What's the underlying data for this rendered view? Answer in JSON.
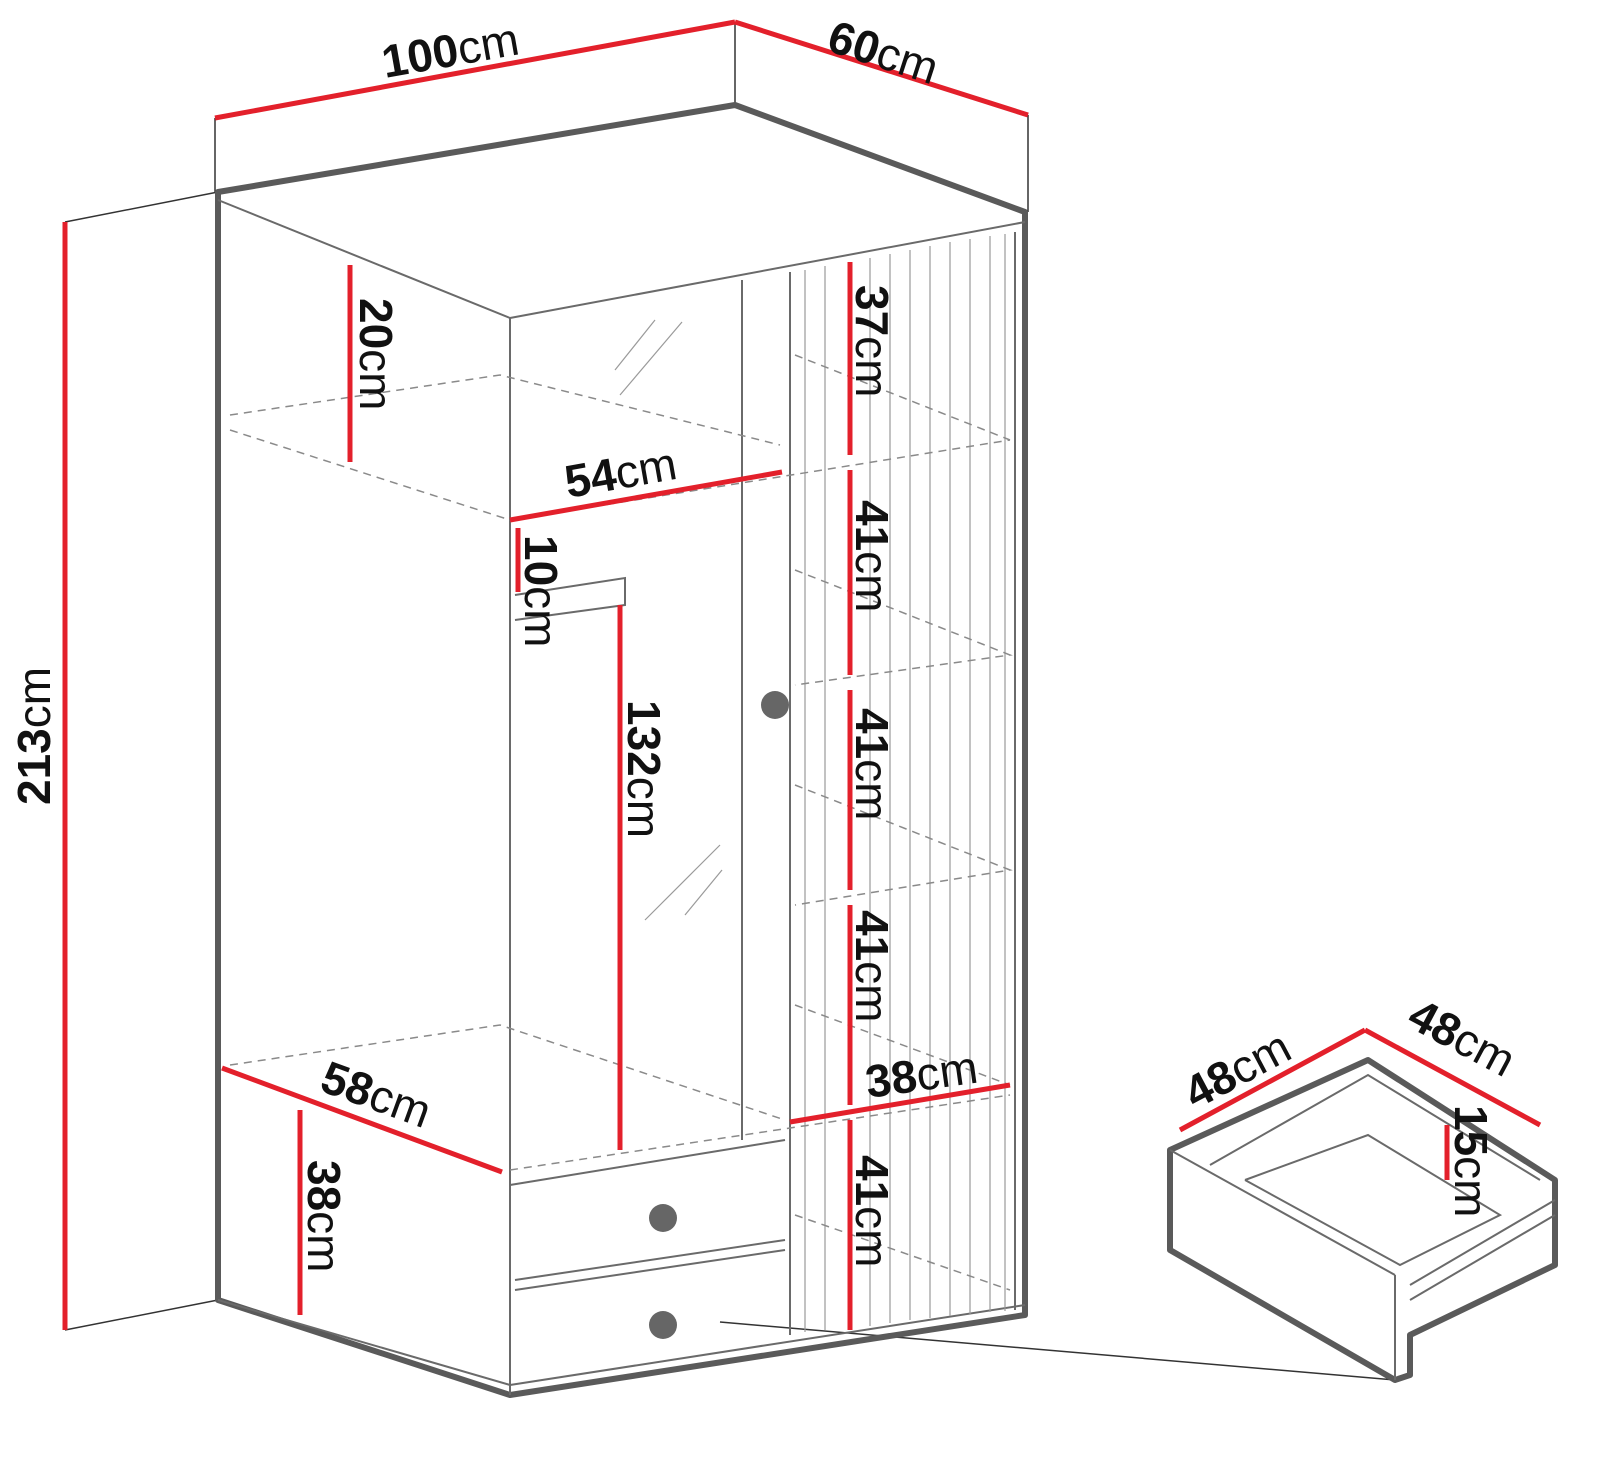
{
  "title": "Wardrobe dimensions diagram",
  "colors": {
    "dimension_line": "#e3202b",
    "outline": "#5a5a5a"
  },
  "dimensions": {
    "width": {
      "value": "100",
      "unit": "cm"
    },
    "depth": {
      "value": "60",
      "unit": "cm"
    },
    "height": {
      "value": "213",
      "unit": "cm"
    },
    "top_shelf": {
      "value": "20",
      "unit": "cm"
    },
    "inner_depth": {
      "value": "54",
      "unit": "cm"
    },
    "rail_gap": {
      "value": "10",
      "unit": "cm"
    },
    "hanging": {
      "value": "132",
      "unit": "cm"
    },
    "shelf_1": {
      "value": "37",
      "unit": "cm"
    },
    "shelf_2": {
      "value": "41",
      "unit": "cm"
    },
    "shelf_3": {
      "value": "41",
      "unit": "cm"
    },
    "shelf_4": {
      "value": "41",
      "unit": "cm"
    },
    "shelf_width": {
      "value": "38",
      "unit": "cm"
    },
    "shelf_5": {
      "value": "41",
      "unit": "cm"
    },
    "bottom_depth": {
      "value": "58",
      "unit": "cm"
    },
    "drawer_zone": {
      "value": "38",
      "unit": "cm"
    }
  },
  "drawer": {
    "width": {
      "value": "48",
      "unit": "cm"
    },
    "depth": {
      "value": "48",
      "unit": "cm"
    },
    "height": {
      "value": "15",
      "unit": "cm"
    }
  }
}
